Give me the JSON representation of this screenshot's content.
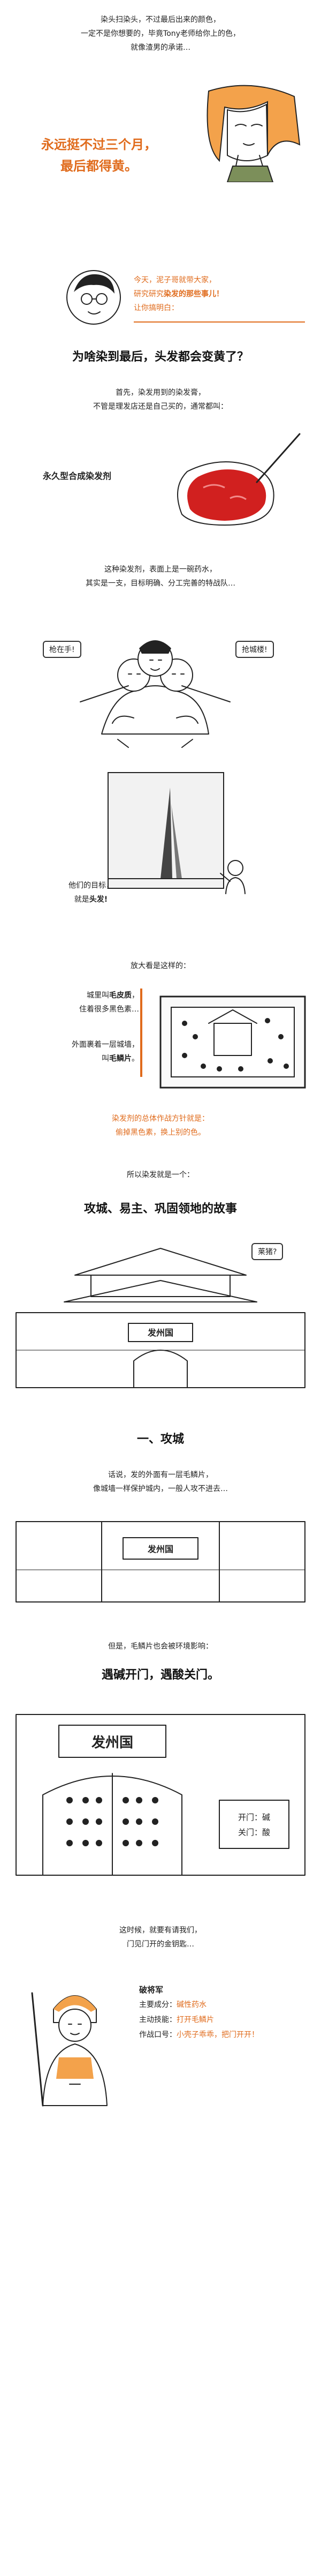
{
  "intro": {
    "lines": [
      "染头扫染头，不过最后出来的颜色，",
      "一定不是你想要的，毕竟Tony老师给你上的色，",
      "就像渣男的承诺…"
    ],
    "headline_line1": "永远挺不过三个月，",
    "headline_line2": "最后都得黄。"
  },
  "host": {
    "line1": "今天，泥子哥就带大家，",
    "line2_prefix": "研究研究",
    "line2_bold": "染发的那些事儿！",
    "line3": "让你搞明白："
  },
  "question": "为啥染到最后，头发都会变黄了？",
  "dye_intro": {
    "line1": "首先，染发用到的染发膏，",
    "line2": "不管是理发店还是自己买的，通常都叫：",
    "label": "永久型合成染发剂"
  },
  "potion_explain": {
    "line1": "这种染发剂，表面上是一碗药水，",
    "line2": "其实是一支，目标明确、分工完善的特战队…"
  },
  "army": {
    "bubble_left": "枪在手!",
    "bubble_right": "抢城楼!"
  },
  "target": {
    "line1": "他们的目标，",
    "line2_prefix": "就是",
    "line2_bold": "头发!"
  },
  "zoom": {
    "intro": "放大看是这样的：",
    "left_line1_prefix": "城里叫",
    "left_line1_bold": "毛皮质",
    "left_line1_suffix": "，",
    "left_line2": "住着很多黑色素…",
    "left_line3": "外面裹着一层城墙，",
    "left_line4_prefix": "叫",
    "left_line4_bold": "毛鳞片",
    "left_line4_suffix": "。"
  },
  "principle": {
    "line1": "染发剂的总体作战方针就是：",
    "line2": "偷掉黑色素，换上别的色。"
  },
  "story": {
    "intro": "所以染发就是一个：",
    "title": "攻城、易主、巩固领地的故事",
    "bubble": "莱猪?",
    "plaque": "发州国"
  },
  "section1": {
    "title": "一、攻城",
    "line1": "话说，发的外面有一层毛鳞片，",
    "line2": "像城墙一样保护城内，一般人攻不进去…",
    "plaque": "发州国"
  },
  "section1b": {
    "line1": "但是，毛鳞片也会被环境影响：",
    "bold": "遇碱开门，遇酸关门。",
    "plaque": "发州国",
    "sign1": "开门：碱",
    "sign2": "关门：酸"
  },
  "general": {
    "line1": "这时候，就要有请我们，",
    "line2": "门见门开的金钥匙…",
    "name": "破将军",
    "row1_label": "主要成分：",
    "row1_value": "碱性药水",
    "row2_label": "主动技能：",
    "row2_value": "打开毛鳞片",
    "row3_label": "作战口号：",
    "row3_value": "小壳子乖乖，把门开开！"
  }
}
